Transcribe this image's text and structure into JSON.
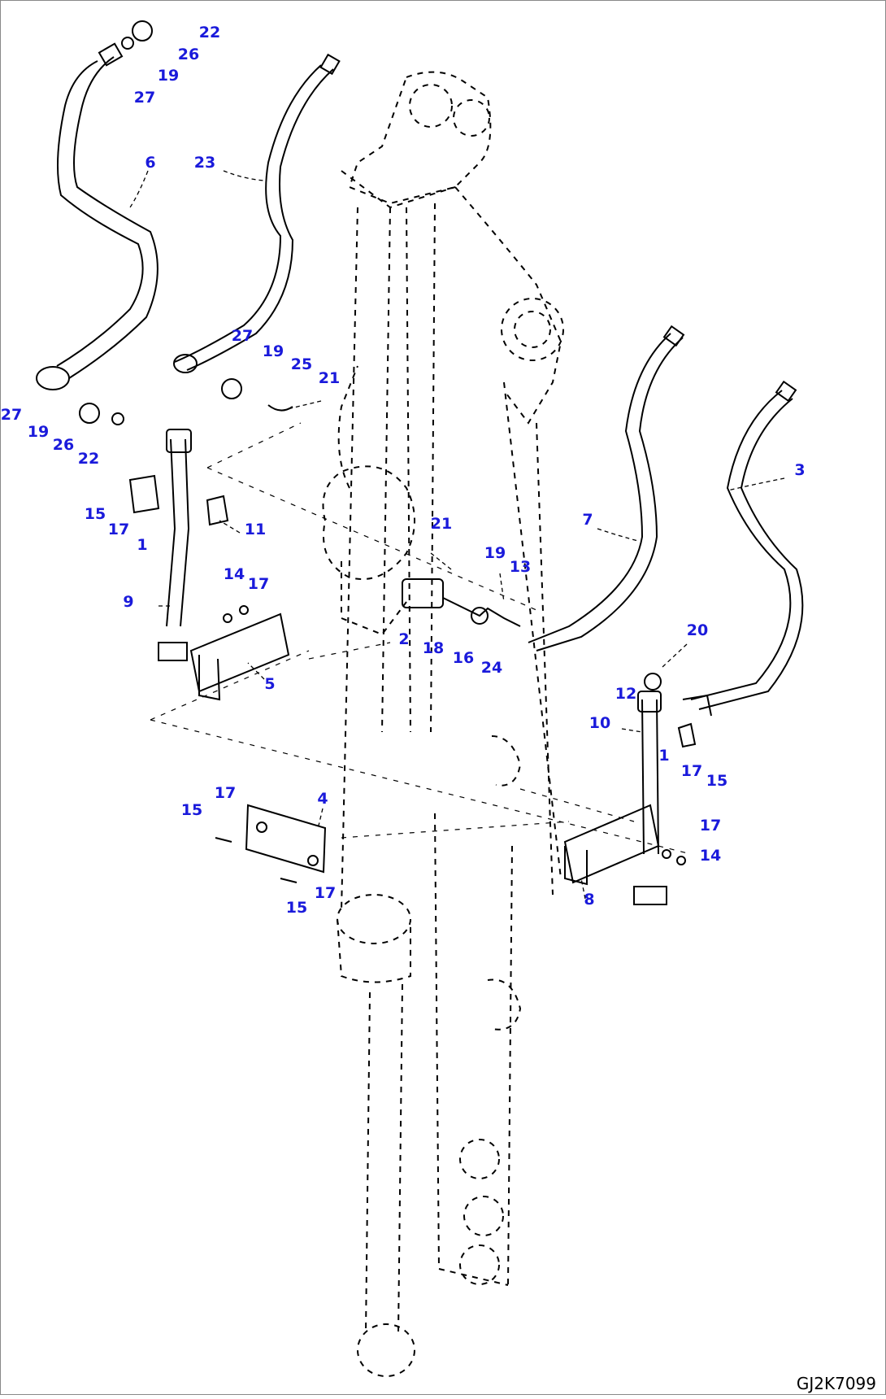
{
  "drawing": {
    "code": "GJ2K7099",
    "labels": [
      "22",
      "26",
      "19",
      "27",
      "6",
      "23",
      "27",
      "19",
      "25",
      "21",
      "27",
      "19",
      "26",
      "22",
      "15",
      "17",
      "1",
      "11",
      "9",
      "14",
      "17",
      "5",
      "21",
      "19",
      "13",
      "2",
      "18",
      "16",
      "24",
      "7",
      "3",
      "20",
      "12",
      "10",
      "1",
      "17",
      "15",
      "17",
      "14",
      "8",
      "17",
      "15",
      "4",
      "15",
      "17"
    ]
  }
}
